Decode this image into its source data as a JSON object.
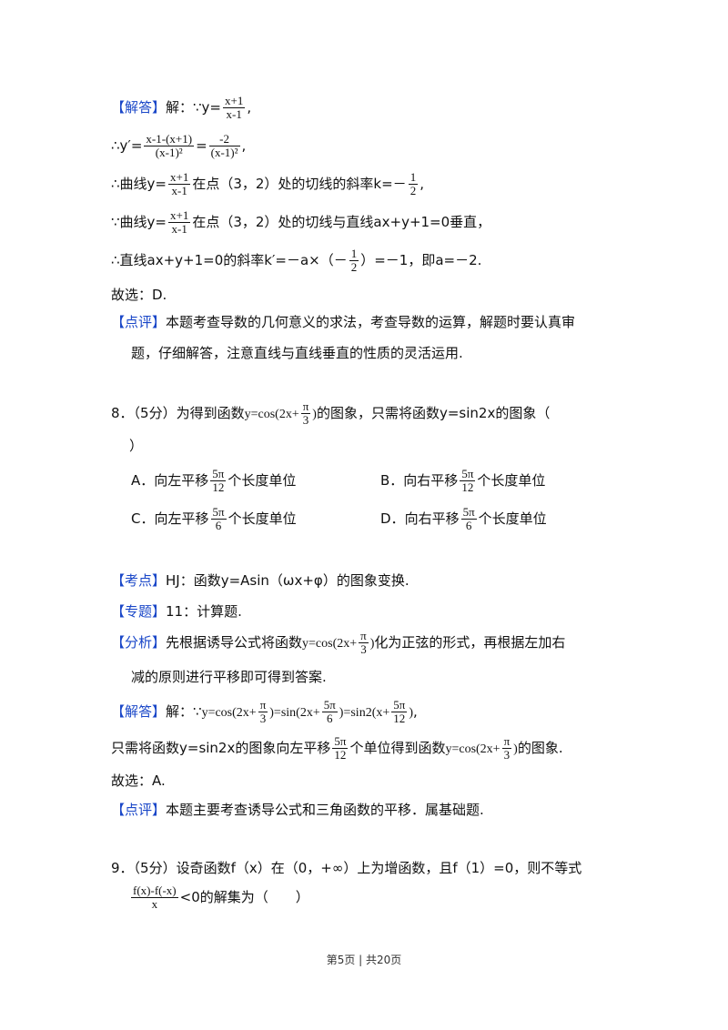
{
  "tags": {
    "jieda": "【解答】",
    "dianping": "【点评】",
    "kaodian": "【考点】",
    "zhuanti": "【专题】",
    "fenxi": "【分析】"
  },
  "sol7": {
    "l1_pre": "解：∵y=",
    "l1_num": "x+1",
    "l1_den": "x-1",
    "l1_post": ",",
    "l2_pre": "∴y′=",
    "l2_n1": "x-1-(x+1)",
    "l2_d1": "(x-1)²",
    "l2_eq": "=",
    "l2_n2": "-2",
    "l2_d2": "(x-1)²",
    "l2_post": ",",
    "l3_pre": "∴曲线y=",
    "l3_num": "x+1",
    "l3_den": "x-1",
    "l3_mid": "在点（3，2）处的切线的斜率k=－",
    "l3_fn": "1",
    "l3_fd": "2",
    "l3_post": ",",
    "l4_pre": "∵曲线y=",
    "l4_num": "x+1",
    "l4_den": "x-1",
    "l4_post": "在点（3，2）处的切线与直线ax+y+1=0垂直，",
    "l5_pre": "∴直线ax+y+1=0的斜率k′=－a×（－",
    "l5_fn": "1",
    "l5_fd": "2",
    "l5_post": "）=－1，即a=－2.",
    "answer": "故选：D.",
    "comment1": "本题考查导数的几何意义的求法，考查导数的运算，解题时要认真审",
    "comment2": "题，仔细解答，注意直线与直线垂直的性质的灵活运用."
  },
  "q8": {
    "stem_pre": "8．（5分）为得到函数",
    "stem_func": "y=cos(2x+",
    "stem_fn": "π",
    "stem_fd": "3",
    "stem_close": ")",
    "stem_post": "的图象，只需将函数y=sin2x的图象（",
    "stem_end": "）",
    "options": [
      {
        "letter": "A．",
        "pre": "向左平移",
        "fn": "5π",
        "fd": "12",
        "post": "个长度单位"
      },
      {
        "letter": "B．",
        "pre": "向右平移",
        "fn": "5π",
        "fd": "12",
        "post": "个长度单位"
      },
      {
        "letter": "C．",
        "pre": "向左平移",
        "fn": "5π",
        "fd": "6",
        "post": "个长度单位"
      },
      {
        "letter": "D．",
        "pre": "向右平移",
        "fn": "5π",
        "fd": "6",
        "post": "个长度单位"
      }
    ],
    "kaodian": "HJ：函数y=Asin（ωx+φ）的图象变换.",
    "zhuanti": "11：计算题.",
    "fenxi_pre": "先根据诱导公式将函数",
    "fenxi_func": "y=cos(2x+",
    "fenxi_fn": "π",
    "fenxi_fd": "3",
    "fenxi_close": ")",
    "fenxi_post": "化为正弦的形式，再根据左加右",
    "fenxi2": "减的原则进行平移即可得到答案.",
    "jieda_pre": "解：∵",
    "j_a": "y=cos(2x+",
    "j_afn": "π",
    "j_afd": "3",
    "j_b": ")=sin(2x+",
    "j_bfn": "5π",
    "j_bfd": "6",
    "j_c": ")=sin2(x+",
    "j_cfn": "5π",
    "j_cfd": "12",
    "j_d": ")",
    "j_post": ",",
    "line2_pre": "只需将函数y=sin2x的图象向左平移",
    "line2_fn": "5π",
    "line2_fd": "12",
    "line2_mid": "个单位得到函数",
    "line2_func": "y=cos(2x+",
    "line2_ffn": "π",
    "line2_ffd": "3",
    "line2_close": ")",
    "line2_post": "的图象.",
    "answer": "故选：A.",
    "comment": "本题主要考查诱导公式和三角函数的平移．属基础题."
  },
  "q9": {
    "stem": "9．（5分）设奇函数f（x）在（0，+∞）上为增函数，且f（1）=0，则不等式",
    "frac_num": "f(x)-f(-x)",
    "frac_den": "x",
    "stem2": "<0的解集为（　　）"
  },
  "footer": "第5页 | 共20页"
}
